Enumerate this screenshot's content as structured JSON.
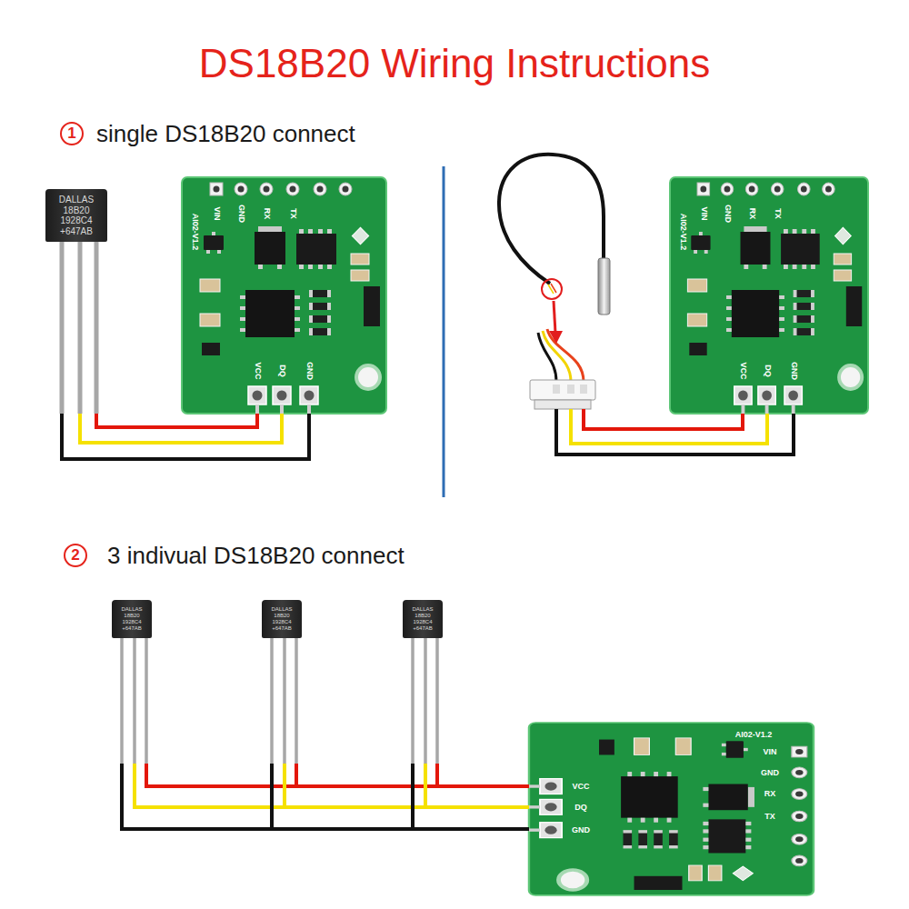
{
  "diagram": {
    "title": "DS18B20 Wiring Instructions",
    "nodes": [
      {
        "text": [
          "DALLAS 18B20 1928C4 +647AB"
        ]
      },
      {
        "text": [
          "AI02-V1.2",
          "VIN",
          "GND",
          "RX",
          "TX",
          "VCC",
          "DQ",
          "GND"
        ]
      },
      {
        "text": [
          "AI02-V1.2",
          "VIN",
          "GND",
          "RX",
          "TX",
          "VCC",
          "DQ",
          "GND"
        ]
      },
      {
        "text": [
          "DALLAS 18B20 1928C4 +647AB"
        ]
      },
      {
        "text": [
          "DALLAS 18B20 1928C4 +647AB"
        ]
      },
      {
        "text": [
          "DALLAS 18B20 1928C4 +647AB"
        ]
      },
      {
        "text": [
          "AI02-V1.2",
          "VIN",
          "GND",
          "RX",
          "TX",
          "VCC",
          "DQ",
          "GND"
        ]
      }
    ],
    "edges": [
      {
        "from": 0,
        "to": 1,
        "arrow": "none"
      },
      {
        "from": 0,
        "to": 1,
        "arrow": "none"
      },
      {
        "from": 0,
        "to": 1,
        "arrow": "none"
      },
      {
        "from": 3,
        "to": 6,
        "arrow": "none"
      },
      {
        "from": 3,
        "to": 6,
        "arrow": "none"
      },
      {
        "from": 3,
        "to": 6,
        "arrow": "none"
      },
      {
        "from": 4,
        "to": 6,
        "arrow": "none"
      },
      {
        "from": 4,
        "to": 6,
        "arrow": "none"
      },
      {
        "from": 4,
        "to": 6,
        "arrow": "none"
      },
      {
        "from": 5,
        "to": 6,
        "arrow": "none"
      },
      {
        "from": 5,
        "to": 6,
        "arrow": "none"
      },
      {
        "from": 5,
        "to": 6,
        "arrow": "none"
      }
    ],
    "labels": [
      "1",
      "single DS18B20 connect",
      "2",
      "3 indivual DS18B20 connect"
    ]
  }
}
